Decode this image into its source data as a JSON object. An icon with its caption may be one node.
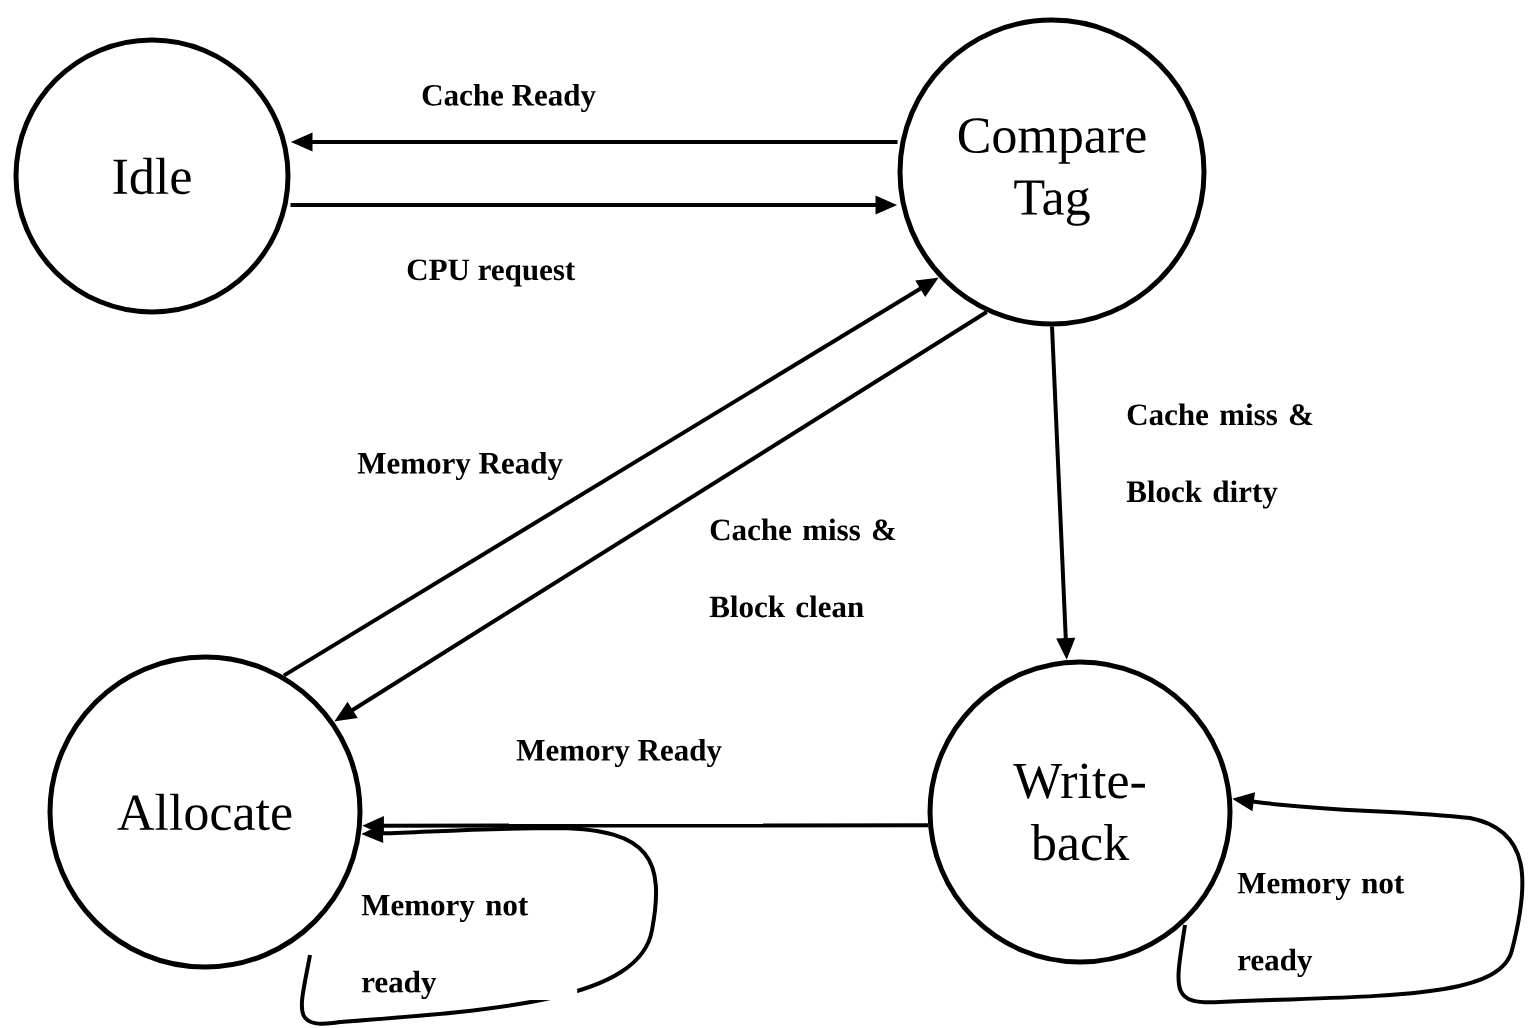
{
  "diagram": {
    "nodes": [
      {
        "text": [
          "Idle"
        ]
      },
      {
        "text": [
          "Compare Tag"
        ]
      },
      {
        "text": [
          "Allocate"
        ]
      },
      {
        "text": [
          "Write-back"
        ]
      }
    ],
    "edges": [
      {
        "from": 1,
        "to": 0,
        "arrow": "to",
        "label": "Cache Ready"
      },
      {
        "from": 0,
        "to": 1,
        "arrow": "to",
        "label": "CPU request"
      },
      {
        "from": 2,
        "to": 1,
        "arrow": "to",
        "label": "Memory Ready"
      },
      {
        "from": 1,
        "to": 2,
        "arrow": "to",
        "label": "Cache miss & Block clean"
      },
      {
        "from": 1,
        "to": 3,
        "arrow": "to",
        "label": "Cache miss & Block dirty"
      },
      {
        "from": 3,
        "to": 2,
        "arrow": "to",
        "label": "Memory Ready"
      },
      {
        "from": 2,
        "to": 2,
        "arrow": "to",
        "label": "Memory not ready"
      },
      {
        "from": 3,
        "to": 3,
        "arrow": "to",
        "label": "Memory not ready"
      }
    ]
  }
}
